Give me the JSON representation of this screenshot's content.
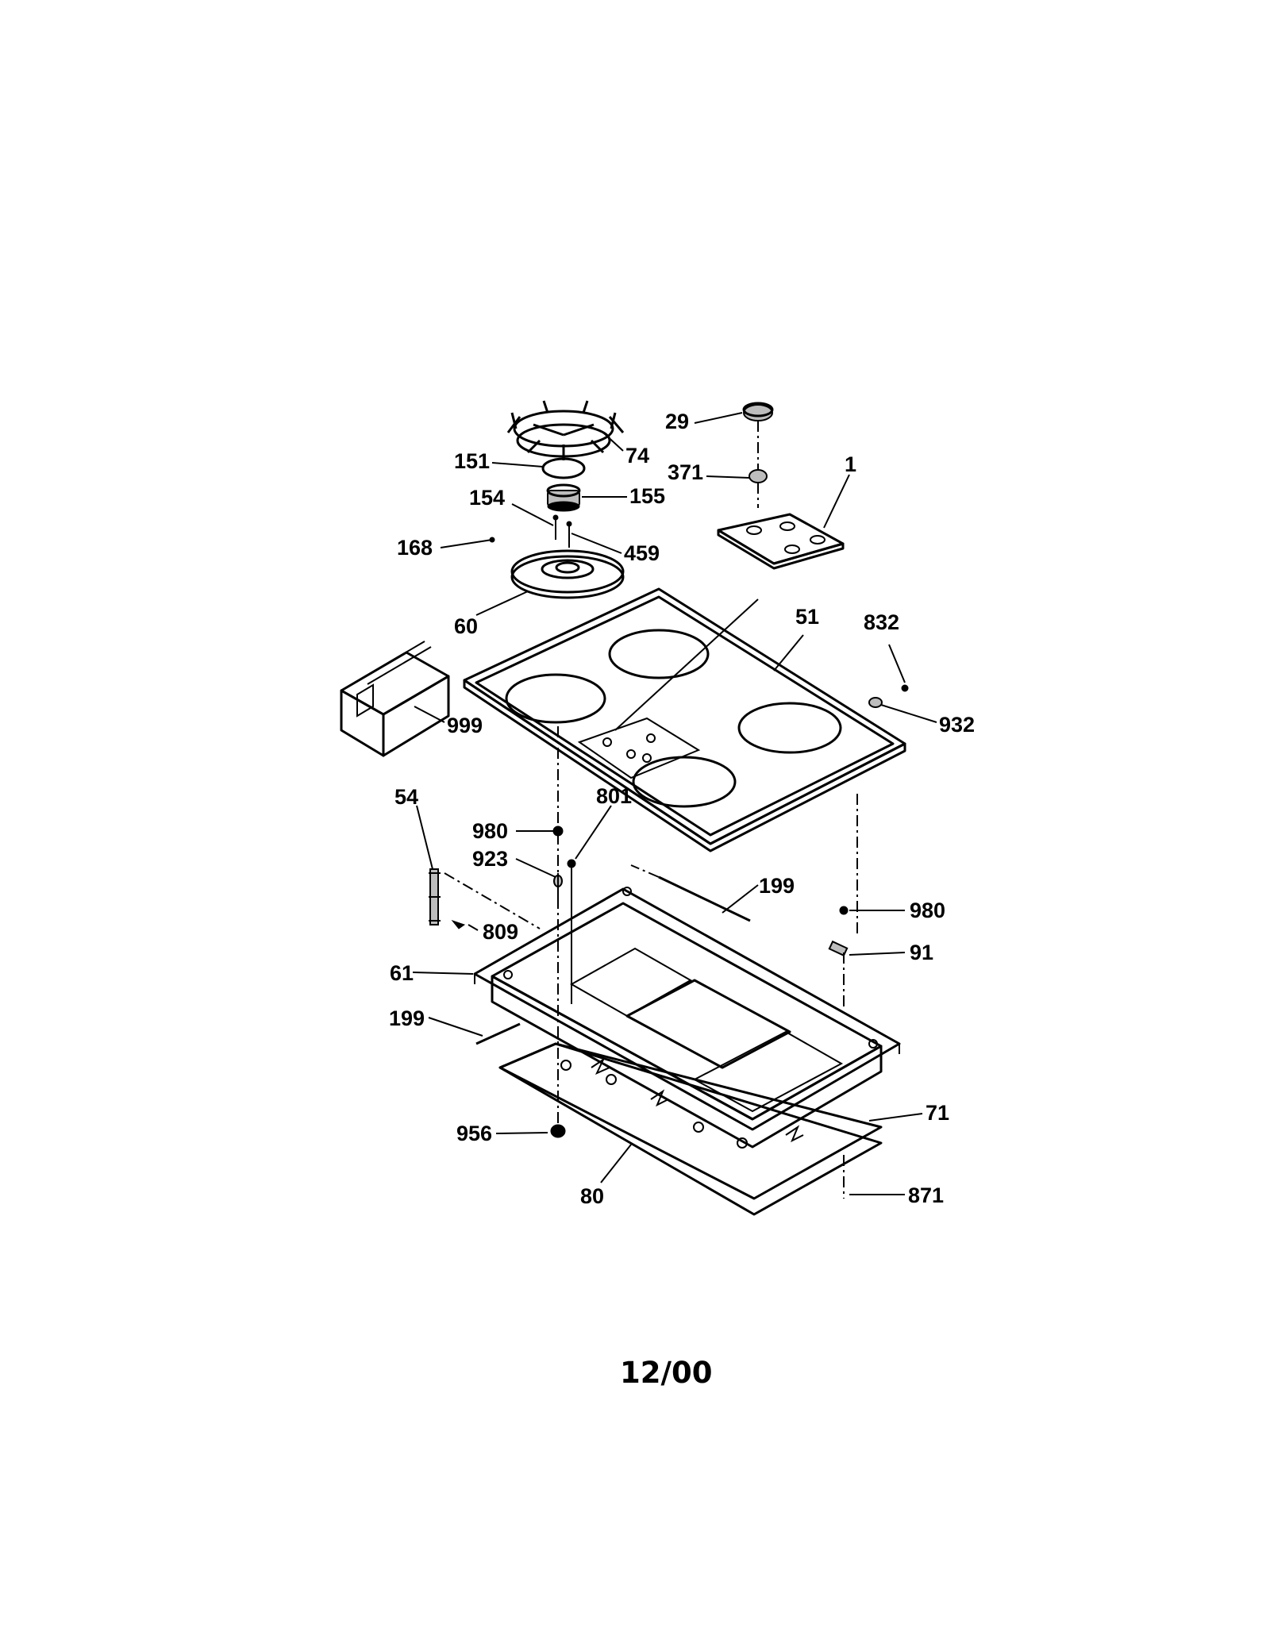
{
  "callouts": {
    "c29": "29",
    "c74": "74",
    "c151": "151",
    "c371": "371",
    "c1": "1",
    "c154": "154",
    "c155": "155",
    "c168": "168",
    "c459": "459",
    "c60": "60",
    "c51": "51",
    "c832": "832",
    "c932": "932",
    "c999": "999",
    "c54": "54",
    "c980a": "980",
    "c801": "801",
    "c923": "923",
    "c199a": "199",
    "c980b": "980",
    "c809": "809",
    "c91": "91",
    "c61": "61",
    "c199b": "199",
    "c71": "71",
    "c956": "956",
    "c80": "80",
    "c871": "871"
  },
  "footer": {
    "date_code": "12/00"
  }
}
